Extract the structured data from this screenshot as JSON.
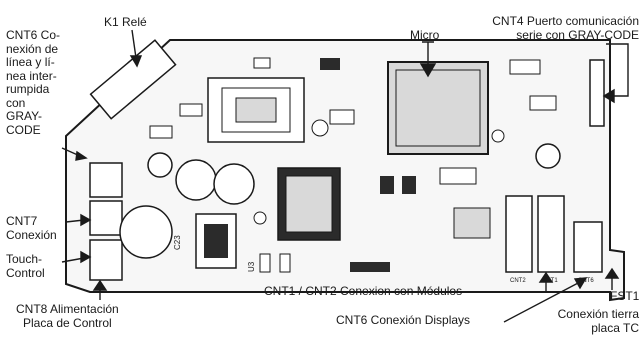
{
  "colors": {
    "ink": "#1a1a1a",
    "board_fill": "#f7f7f7",
    "component_fill": "#d9d9d9",
    "dark_fill": "#2b2b2b",
    "background": "#ffffff"
  },
  "callouts": {
    "cnt6_line": "CNT6 Co-\nnexión de\nlínea y lí-\nnea inter-\nrumpida\ncon\nGRAY-\nCODE",
    "k1": "K1 Relé",
    "micro": "Micro",
    "cnt4": "CNT4 Puerto comunicación\nserie con GRAY-CODE",
    "cnt7": "CNT7\nConexión",
    "touch": "Touch-\nControl",
    "cnt8": "CNT8 Alimentación\nPlaca de Control",
    "cnt1_cnt2": "CNT1 / CNT2 Conexion con Módulos",
    "cnt6_displays": "CNT6 Conexión Displays",
    "fst1": "FST1",
    "ground": "Conexión tierra\nplaca TC"
  },
  "board_marks": {
    "c23": "C23",
    "u3": "U3",
    "cnt12": "CNT2",
    "cnt1": "CNT1",
    "cnt6": "CNT6"
  }
}
